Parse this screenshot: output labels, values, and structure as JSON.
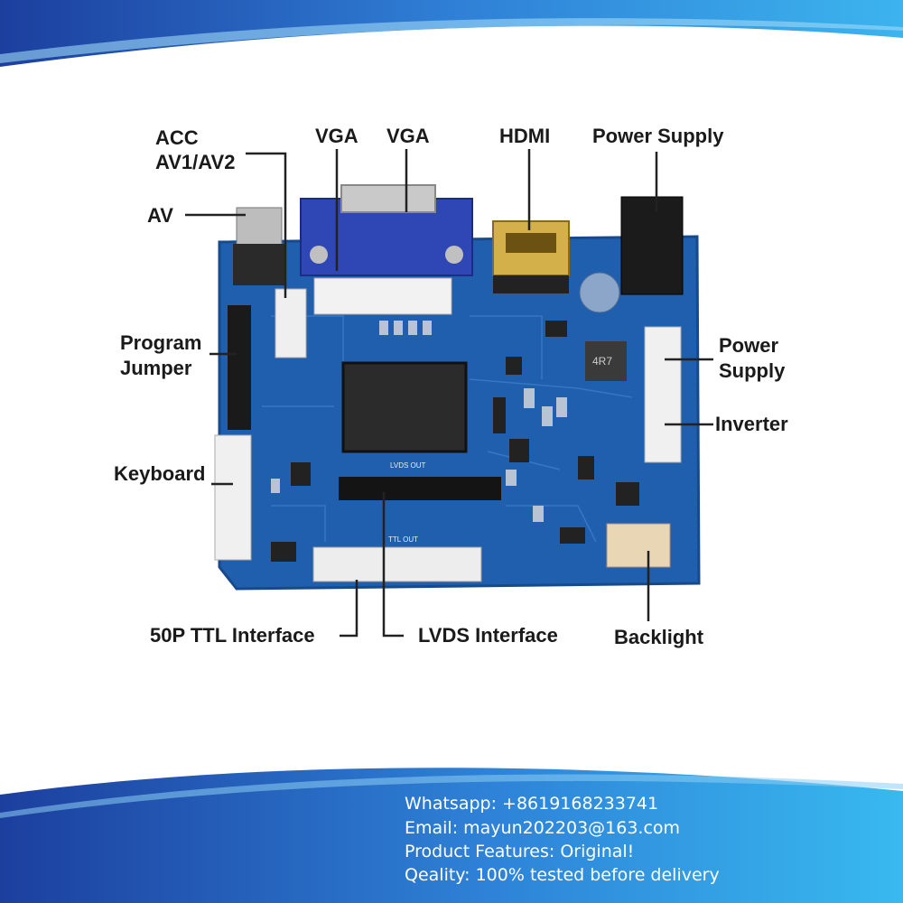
{
  "labels": {
    "acc": "ACC",
    "av1av2": "AV1/AV2",
    "av": "AV",
    "vga1": "VGA",
    "vga2": "VGA",
    "hdmi": "HDMI",
    "power_supply_top": "Power Supply",
    "program": "Program",
    "jumper": "Jumper",
    "power_right_1": "Power",
    "power_right_2": "Supply",
    "inverter": "Inverter",
    "keyboard": "Keyboard",
    "ttl_interface": "50P TTL Interface",
    "lvds_interface": "LVDS Interface",
    "backlight": "Backlight"
  },
  "board": {
    "chip_mark": "4R7",
    "lvds_out": "LVDS OUT",
    "ttl_out": "TTL OUT"
  },
  "contact": {
    "whatsapp": "Whatsapp: +8619168233741",
    "email": "Email: mayun202203@163.com",
    "features": "Product Features: Original!",
    "quality": "Qeality: 100% tested before delivery"
  },
  "colors": {
    "banner_dark": "#1f4fb0",
    "banner_light": "#3ab7ee",
    "pcb": "#1f5fae"
  }
}
